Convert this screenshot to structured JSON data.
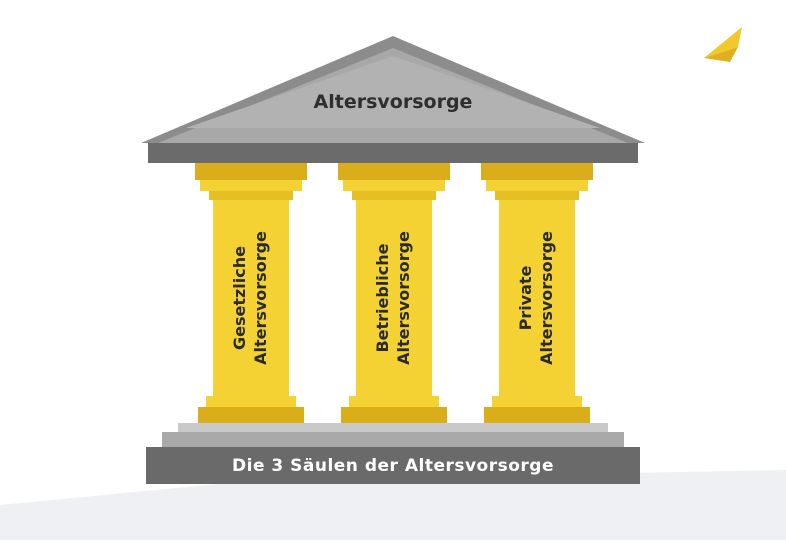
{
  "roof": {
    "title": "Altersvorsorge"
  },
  "pillars": [
    {
      "line1": "Gesetzliche",
      "line2": "Altersvorsorge"
    },
    {
      "line1": "Betriebliche",
      "line2": "Altersvorsorge"
    },
    {
      "line1": "Private",
      "line2": "Altersvorsorge"
    }
  ],
  "base": {
    "title": "Die 3 Säulen der Altersvorsorge"
  },
  "colors": {
    "pillar": "#F4D233",
    "pillar_dark": "#D9AE1A",
    "roof_outer": "#8C8C8C",
    "roof_inner": "#A6A6A6",
    "beam": "#6B6B6B",
    "step": "#BFBFBF",
    "base": "#6A6A6A"
  },
  "logo": {
    "icon": "yellow-logo-icon"
  }
}
